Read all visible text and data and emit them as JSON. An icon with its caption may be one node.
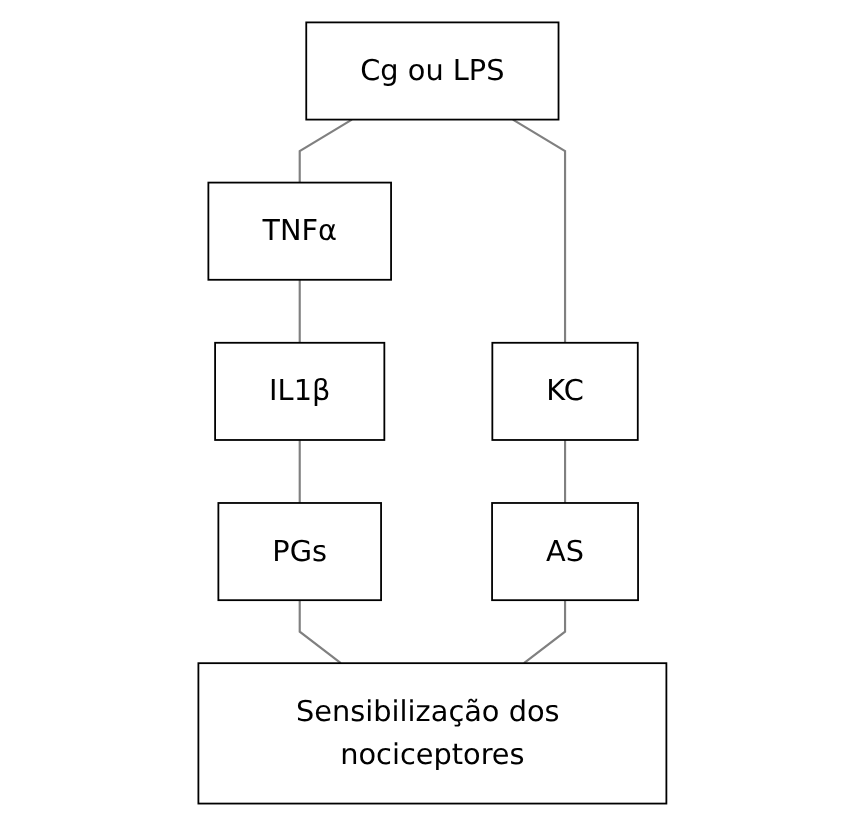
{
  "diagram": {
    "nodes": [
      {
        "text": [
          "Cg ou LPS"
        ]
      },
      {
        "text": [
          "TNFα"
        ]
      },
      {
        "text": [
          "KC"
        ]
      },
      {
        "text": [
          "IL1β"
        ]
      },
      {
        "text": [
          "AS"
        ]
      },
      {
        "text": [
          "PGs"
        ]
      },
      {
        "text": [
          "Sensibilização dos nociceptores"
        ]
      }
    ],
    "edges": [
      {
        "from": 0,
        "to": 1,
        "arrow": "none"
      },
      {
        "from": 0,
        "to": 2,
        "arrow": "none"
      },
      {
        "from": 1,
        "to": 3,
        "arrow": "none"
      },
      {
        "from": 3,
        "to": 5,
        "arrow": "none"
      },
      {
        "from": 2,
        "to": 4,
        "arrow": "none"
      },
      {
        "from": 5,
        "to": 6,
        "arrow": "none"
      },
      {
        "from": 4,
        "to": 6,
        "arrow": "none"
      }
    ]
  }
}
